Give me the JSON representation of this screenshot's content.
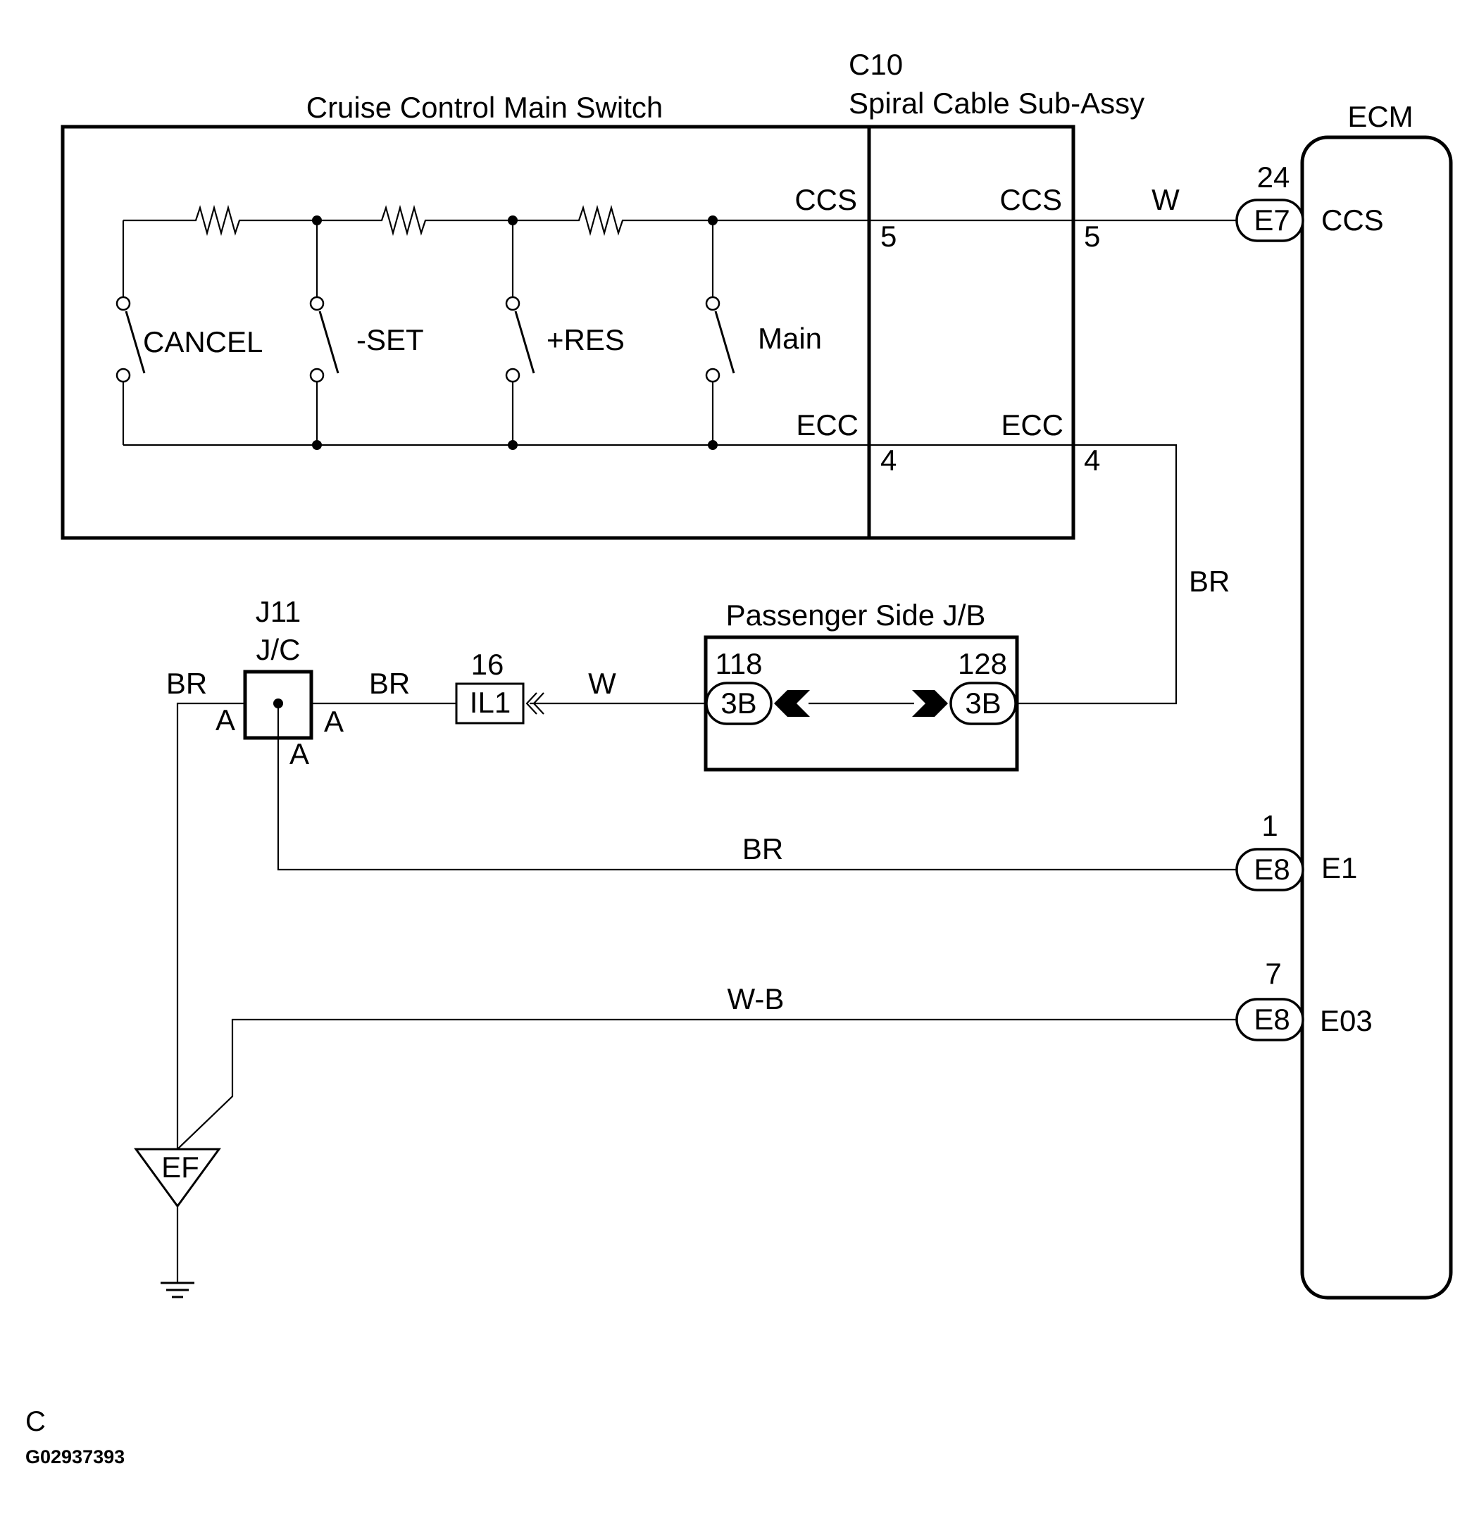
{
  "switch": {
    "title": "Cruise Control Main Switch",
    "switches": [
      "CANCEL",
      "-SET",
      "+RES",
      "Main"
    ],
    "ccs_label": "CCS",
    "ecc_label": "ECC"
  },
  "spiral_cable": {
    "code": "C10",
    "title": "Spiral Cable Sub-Assy",
    "ccs_label": "CCS",
    "ecc_label": "ECC",
    "ccs_pin_in": "5",
    "ccs_pin_out": "5",
    "ecc_pin_in": "4",
    "ecc_pin_out": "4"
  },
  "ecm": {
    "title": "ECM",
    "terminals": [
      {
        "pin": "24",
        "connector": "E7",
        "name": "CCS"
      },
      {
        "pin": "1",
        "connector": "E8",
        "name": "E1"
      },
      {
        "pin": "7",
        "connector": "E8",
        "name": "E03"
      }
    ]
  },
  "wires": {
    "ccs_to_ecm": "W",
    "ecc_riser": "BR",
    "jb_to_il1": "W",
    "il1_to_jc": "BR",
    "jc_to_ground": "BR",
    "jc_to_ecm_e1": "BR",
    "ground_to_ecm_e03": "W-B"
  },
  "junction_connector": {
    "code": "J11",
    "name": "J/C",
    "pin_left": "A",
    "pin_right": "A",
    "pin_bottom": "A"
  },
  "in_line": {
    "pin": "16",
    "connector": "IL1"
  },
  "passenger_jb": {
    "title": "Passenger Side J/B",
    "left": {
      "pin": "118",
      "connector": "3B"
    },
    "right": {
      "pin": "128",
      "connector": "3B"
    }
  },
  "ground": {
    "label": "EF"
  },
  "footer": {
    "section": "C",
    "figure_id": "G02937393"
  }
}
